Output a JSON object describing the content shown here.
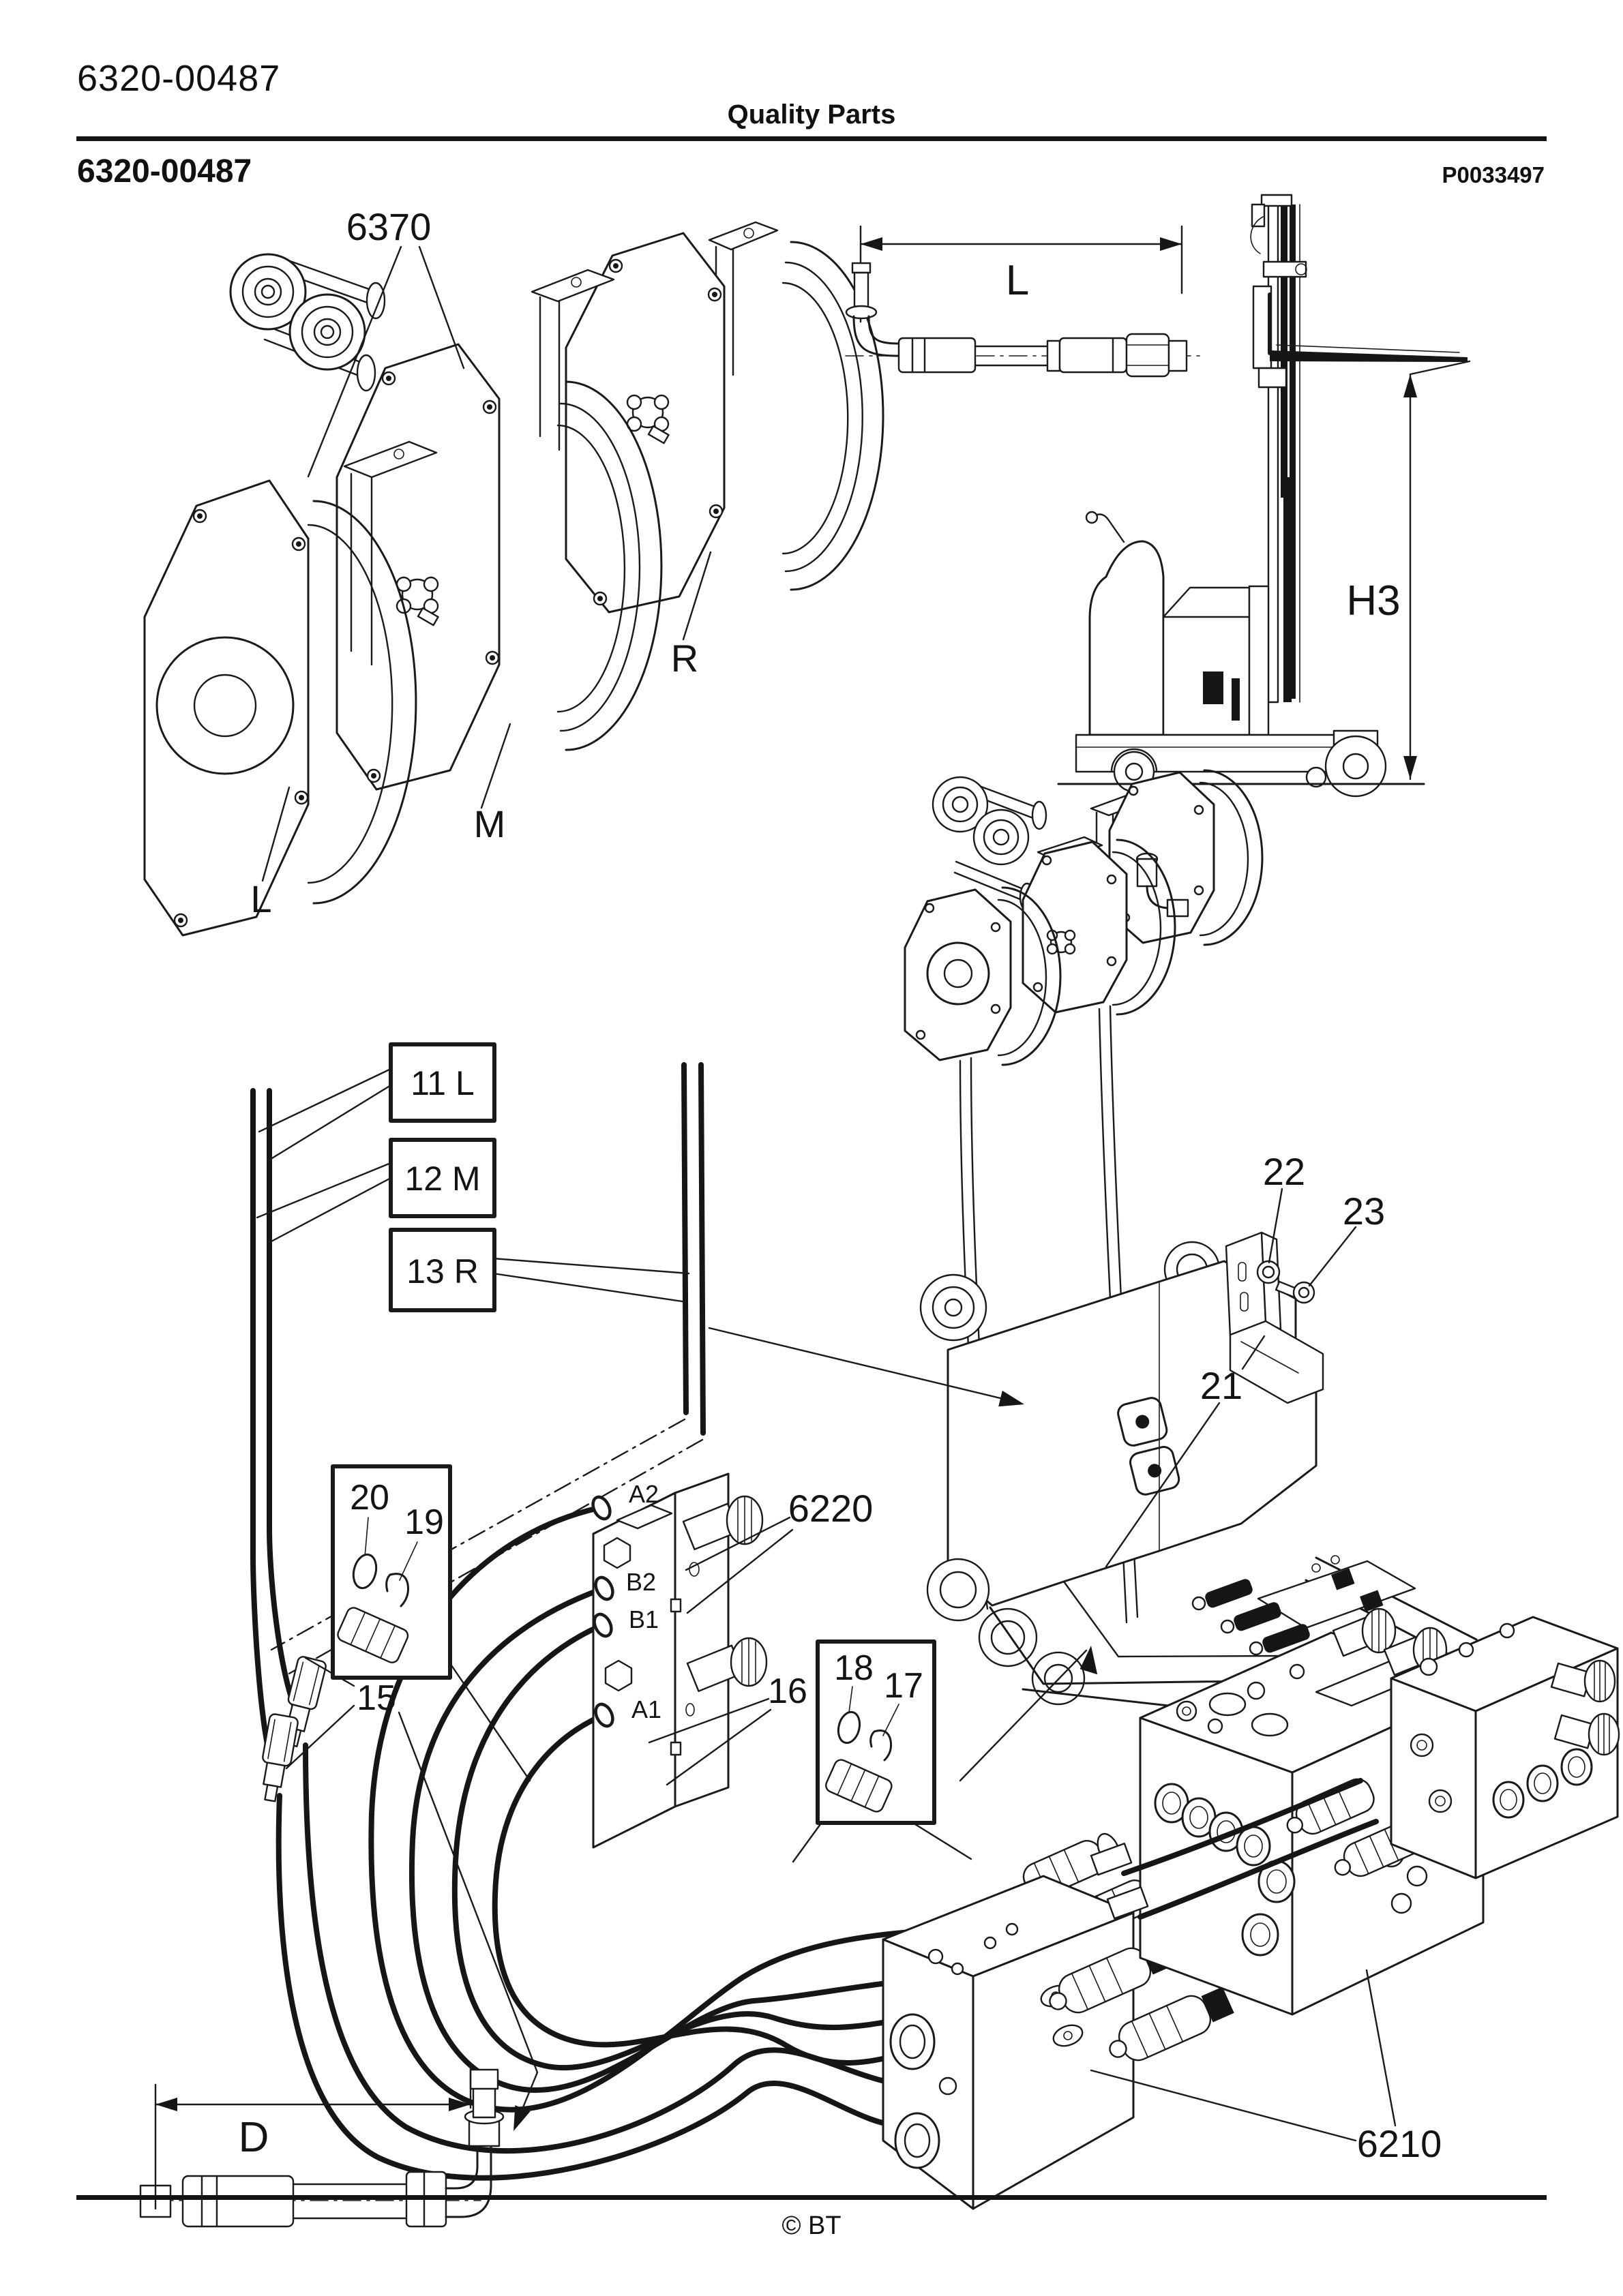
{
  "header": {
    "doc_number": "6320-00487",
    "title": "Quality Parts"
  },
  "subheader": {
    "part_number": "6320-00487",
    "plate_ref": "P0033497"
  },
  "callouts": {
    "reel_group": "6370",
    "reel_left": "L",
    "reel_middle": "M",
    "reel_right": "R",
    "dim_length": "L",
    "dim_height": "H3",
    "dim_d": "D",
    "tag_11": "11 L",
    "tag_12": "12 M",
    "tag_13": "13 R",
    "item_15": "15",
    "item_16": "16",
    "item_17": "17",
    "item_18": "18",
    "item_19": "19",
    "item_20": "20",
    "item_21": "21",
    "item_22": "22",
    "item_23": "23",
    "manifold": "6220",
    "valve_blocks": "6210",
    "port_a2": "A2",
    "port_b2": "B2",
    "port_b1": "B1",
    "port_a1": "A1"
  },
  "footer": {
    "copyright": "© BT"
  }
}
